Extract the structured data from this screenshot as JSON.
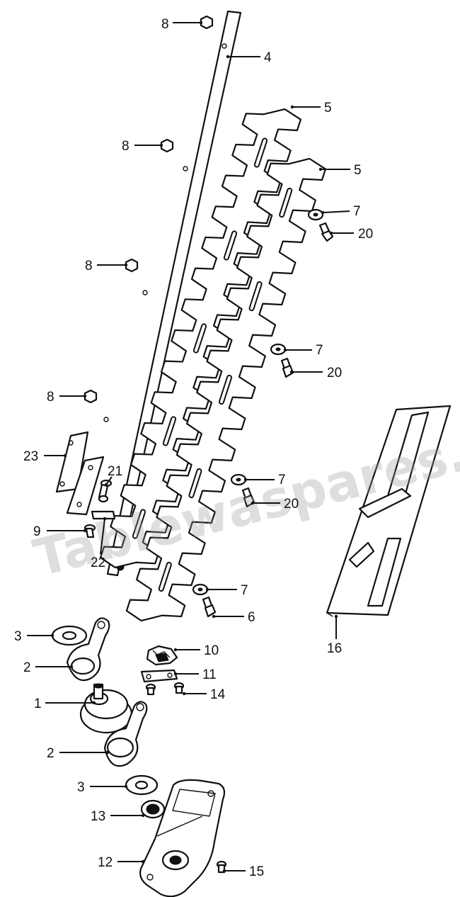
{
  "watermark": "Tablewaspares.co.uk",
  "callouts": [
    {
      "id": "c8a",
      "label": "8"
    },
    {
      "id": "c4",
      "label": "4"
    },
    {
      "id": "c5a",
      "label": "5"
    },
    {
      "id": "c8b",
      "label": "8"
    },
    {
      "id": "c5b",
      "label": "5"
    },
    {
      "id": "c7a",
      "label": "7"
    },
    {
      "id": "c20a",
      "label": "20"
    },
    {
      "id": "c8c",
      "label": "8"
    },
    {
      "id": "c7b",
      "label": "7"
    },
    {
      "id": "c20b",
      "label": "20"
    },
    {
      "id": "c8d",
      "label": "8"
    },
    {
      "id": "c23",
      "label": "23"
    },
    {
      "id": "c21",
      "label": "21"
    },
    {
      "id": "c7c",
      "label": "7"
    },
    {
      "id": "c20c",
      "label": "20"
    },
    {
      "id": "c9",
      "label": "9"
    },
    {
      "id": "c22",
      "label": "22"
    },
    {
      "id": "c7d",
      "label": "7"
    },
    {
      "id": "c6",
      "label": "6"
    },
    {
      "id": "c16",
      "label": "16"
    },
    {
      "id": "c3a",
      "label": "3"
    },
    {
      "id": "c10",
      "label": "10"
    },
    {
      "id": "c2a",
      "label": "2"
    },
    {
      "id": "c11",
      "label": "11"
    },
    {
      "id": "c14",
      "label": "14"
    },
    {
      "id": "c1",
      "label": "1"
    },
    {
      "id": "c2b",
      "label": "2"
    },
    {
      "id": "c3b",
      "label": "3"
    },
    {
      "id": "c13",
      "label": "13"
    },
    {
      "id": "c12",
      "label": "12"
    },
    {
      "id": "c15",
      "label": "15"
    }
  ]
}
